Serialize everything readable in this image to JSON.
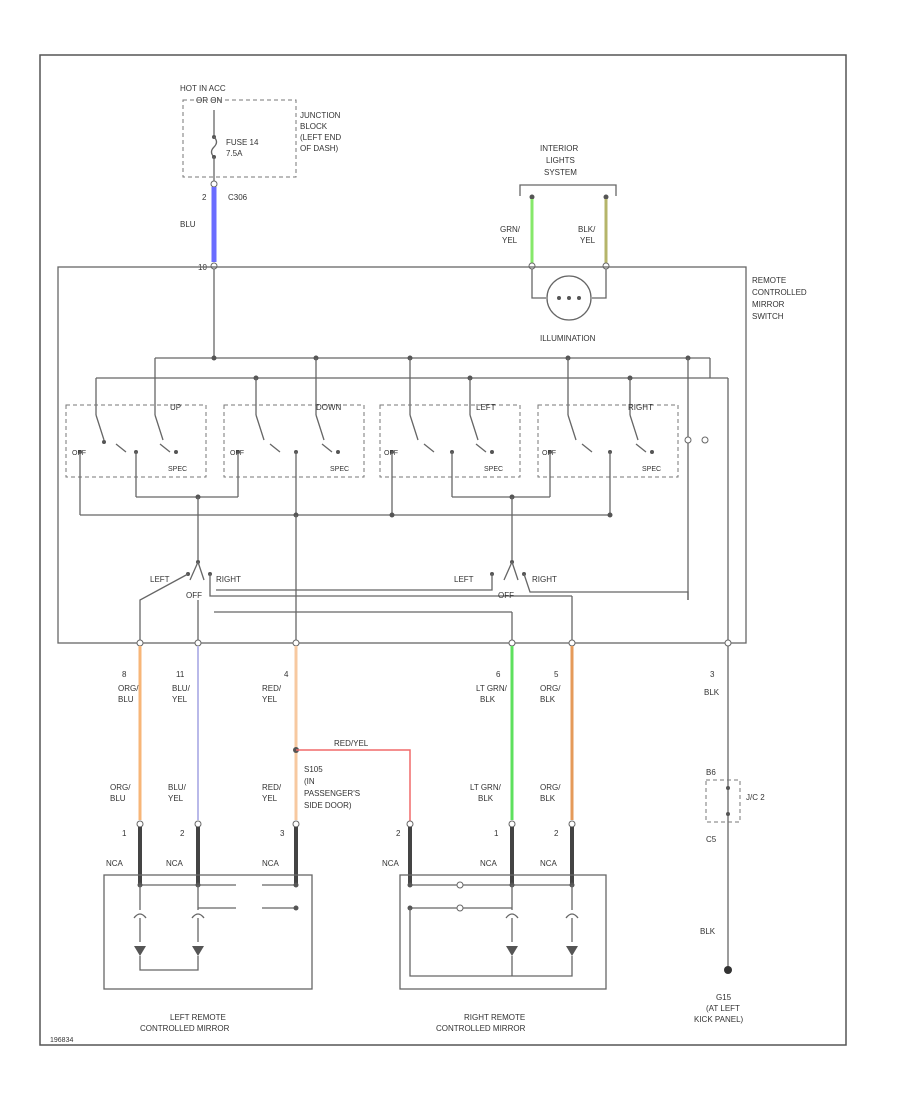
{
  "colors": {
    "blu": "#6a6cff",
    "grn_yel": "#86e86a",
    "blk_yel": "#b5b56a",
    "org_blu": "#f7b678",
    "blu_yel": "#b9b9e9",
    "red_yel": "#f7c9a0",
    "red_yel_link": "#f06a6a",
    "lt_grn_blk": "#5ee05e",
    "org_blk": "#e59a5a",
    "frame": "#555555"
  },
  "hot": {
    "title_l1": "HOT IN ACC",
    "title_l2": "OR ON",
    "fuse_l1": "FUSE 14",
    "fuse_l2": "7.5A"
  },
  "junction": {
    "l1": "JUNCTION",
    "l2": "BLOCK",
    "l3": "(LEFT END",
    "l4": "OF DASH)"
  },
  "c_lead": {
    "pin": "2",
    "conn": "C306",
    "color": "BLU",
    "pin_b": "10"
  },
  "interior": {
    "l1": "INTERIOR",
    "l2": "LIGHTS",
    "l3": "SYSTEM",
    "wire1_a": "GRN/",
    "wire1_b": "YEL",
    "wire2_a": "BLK/",
    "wire2_b": "YEL"
  },
  "illum": "ILLUMINATION",
  "switch_name": {
    "l1": "REMOTE",
    "l2": "CONTROLLED",
    "l3": "MIRROR",
    "l4": "SWITCH"
  },
  "mirror_sw": {
    "up": "UP",
    "down": "DOWN",
    "left": "LEFT",
    "right": "RIGHT",
    "off": "OFF",
    "spec": "SPEC"
  },
  "selector": {
    "left": "LEFT",
    "right": "RIGHT",
    "off": "OFF"
  },
  "wires": [
    {
      "pin": "8",
      "c1": "ORG/",
      "c2": "BLU"
    },
    {
      "pin": "11",
      "c1": "BLU/",
      "c2": "YEL"
    },
    {
      "pin": "4",
      "c1": "RED/",
      "c2": "YEL"
    },
    {
      "pin": "6",
      "c1": "LT GRN/",
      "c2": "BLK"
    },
    {
      "pin": "5",
      "c1": "ORG/",
      "c2": "BLK"
    },
    {
      "pin": "3",
      "c1": "BLK",
      "c2": ""
    }
  ],
  "lower_wires": [
    {
      "c1": "ORG/",
      "c2": "BLU"
    },
    {
      "c1": "BLU/",
      "c2": "YEL"
    },
    {
      "c1": "RED/",
      "c2": "YEL"
    },
    {
      "c1": "LT GRN/",
      "c2": "BLK"
    },
    {
      "c1": "ORG/",
      "c2": "BLK"
    }
  ],
  "redyel_link": "RED/YEL",
  "splice": {
    "l1": "S105",
    "l2": "(IN",
    "l3": "PASSENGER'S",
    "l4": "SIDE DOOR)"
  },
  "jc": {
    "label": "J/C 2",
    "pin_top": "B6",
    "pin_bot": "C5"
  },
  "mirror_pins": {
    "left": [
      "1",
      "2",
      "3"
    ],
    "right": [
      "2",
      "1",
      "2"
    ],
    "conn": "NCA"
  },
  "blk_ground": "BLK",
  "left_mirror": {
    "l1": "LEFT REMOTE",
    "l2": "CONTROLLED MIRROR"
  },
  "right_mirror": {
    "l1": "RIGHT REMOTE",
    "l2": "CONTROLLED MIRROR"
  },
  "ground": {
    "l1": "G15",
    "l2": "(AT LEFT",
    "l3": "KICK PANEL)"
  },
  "footer_code": "196834"
}
